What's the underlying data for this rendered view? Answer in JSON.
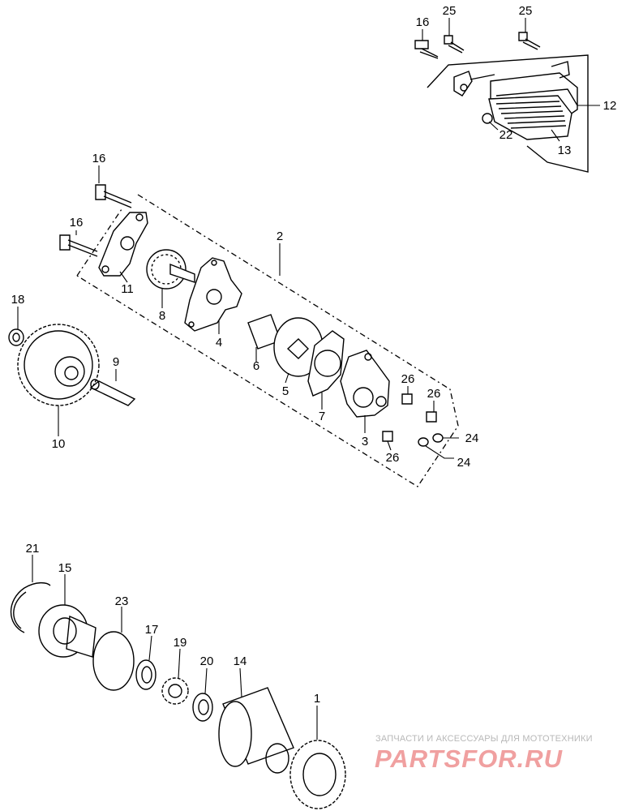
{
  "callouts": [
    {
      "id": "c16a",
      "text": "16"
    },
    {
      "id": "c25a",
      "text": "25"
    },
    {
      "id": "c25b",
      "text": "25"
    },
    {
      "id": "c12",
      "text": "12"
    },
    {
      "id": "c22",
      "text": "22"
    },
    {
      "id": "c13",
      "text": "13"
    },
    {
      "id": "c16b",
      "text": "16"
    },
    {
      "id": "c16c",
      "text": "16"
    },
    {
      "id": "c2",
      "text": "2"
    },
    {
      "id": "c11",
      "text": "11"
    },
    {
      "id": "c8",
      "text": "8"
    },
    {
      "id": "c4",
      "text": "4"
    },
    {
      "id": "c18",
      "text": "18"
    },
    {
      "id": "c9",
      "text": "9"
    },
    {
      "id": "c6",
      "text": "6"
    },
    {
      "id": "c5",
      "text": "5"
    },
    {
      "id": "c7",
      "text": "7"
    },
    {
      "id": "c10",
      "text": "10"
    },
    {
      "id": "c26a",
      "text": "26"
    },
    {
      "id": "c26b",
      "text": "26"
    },
    {
      "id": "c3",
      "text": "3"
    },
    {
      "id": "c24a",
      "text": "24"
    },
    {
      "id": "c24b",
      "text": "24"
    },
    {
      "id": "c26c",
      "text": "26"
    },
    {
      "id": "c21",
      "text": "21"
    },
    {
      "id": "c15",
      "text": "15"
    },
    {
      "id": "c23",
      "text": "23"
    },
    {
      "id": "c17",
      "text": "17"
    },
    {
      "id": "c19",
      "text": "19"
    },
    {
      "id": "c20",
      "text": "20"
    },
    {
      "id": "c14",
      "text": "14"
    },
    {
      "id": "c1",
      "text": "1"
    }
  ],
  "watermark": {
    "tagline": "ЗАПЧАСТИ И АКСЕССУАРЫ ДЛЯ МОТОТЕХНИКИ",
    "logo": "PARTSFOR.RU",
    "color": "#f0a0a0"
  }
}
